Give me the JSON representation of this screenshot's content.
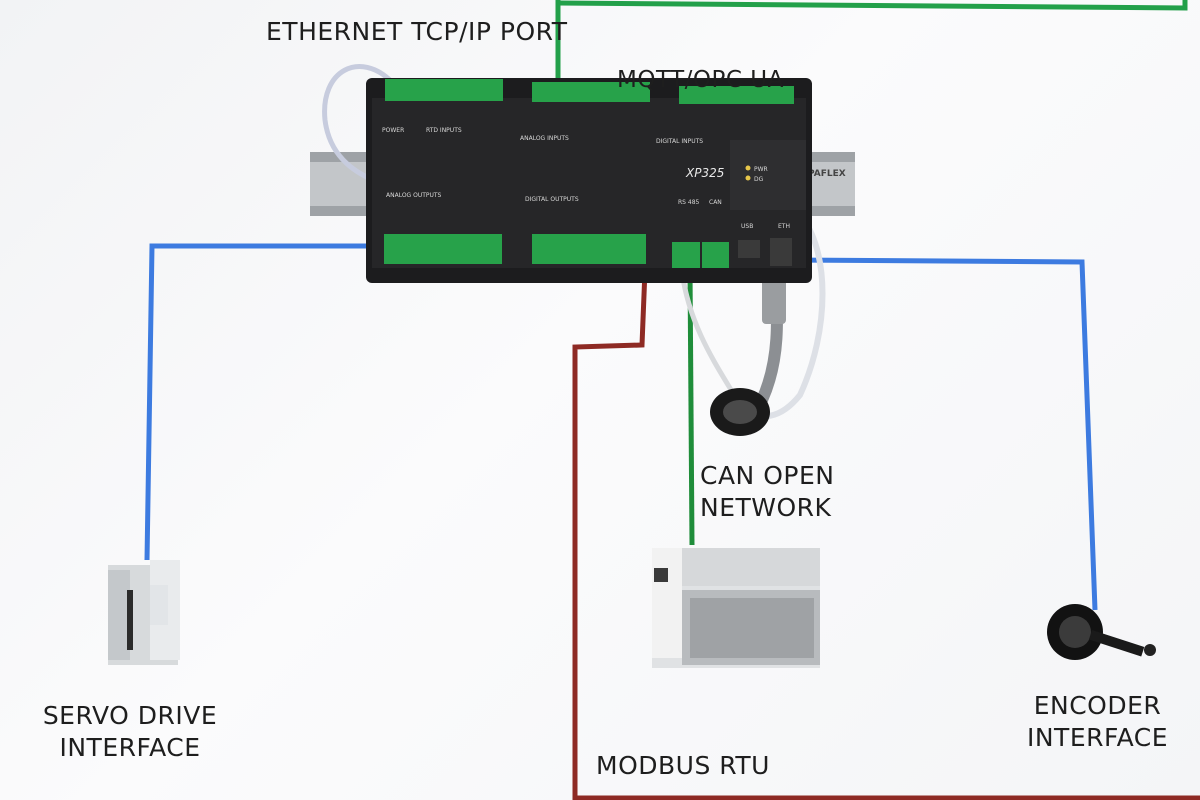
{
  "labels": {
    "ethernet": "ETHERNET TCP/IP PORT",
    "mqtt": "MQTT/OPC UA",
    "can_line1": "CAN OPEN",
    "can_line2": "NETWORK",
    "servo_line1": "SERVO DRIVE",
    "servo_line2": "INTERFACE",
    "encoder_line1": "ENCODER",
    "encoder_line2": "INTERFACE",
    "modbus": "MODBUS RTU"
  },
  "plc": {
    "model": "XP325",
    "rail_brand": "PAFLEX",
    "section_power": "POWER",
    "section_rtd": "RTD INPUTS",
    "section_analog_in": "ANALOG INPUTS",
    "section_digital_in": "DIGITAL INPUTS",
    "section_analog_out": "ANALOG OUTPUTS",
    "section_digital_out": "DIGITAL OUTPUTS",
    "port_rs485": "RS 485",
    "port_can": "CAN",
    "port_usb": "USB",
    "port_eth": "ETH",
    "led_pwr": "PWR",
    "led_dg": "DG"
  },
  "colors": {
    "ethernet_line": "#23a04a",
    "encoder_servo_line": "#3d7be0",
    "modbus_line": "#8e2a24",
    "can_line": "#1f8d3a",
    "plc_body": "#1c1c1e",
    "terminal_green": "#27a24a"
  }
}
